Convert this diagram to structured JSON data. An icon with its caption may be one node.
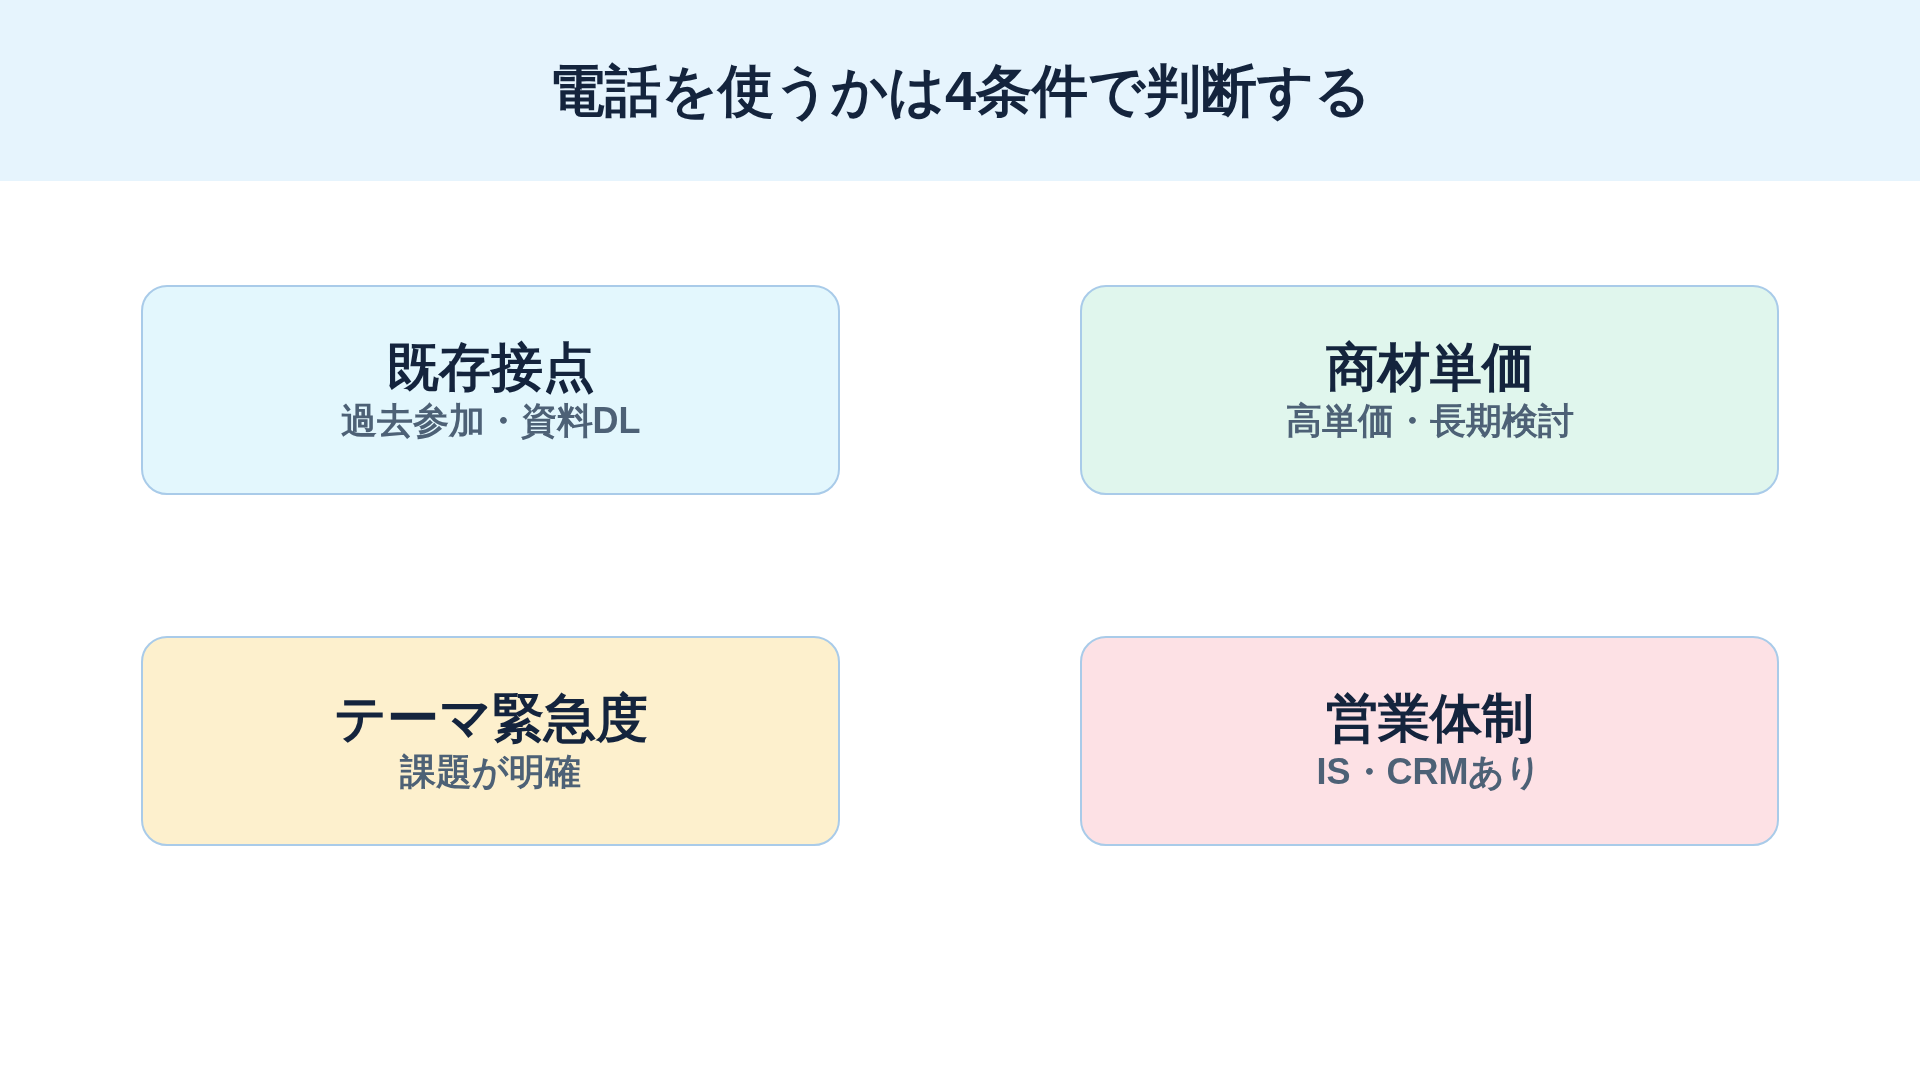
{
  "diagram": {
    "title": "電話を使うかは4条件で判断する",
    "nodes": [
      {
        "text": [
          "既存接点",
          "過去参加・資料DL"
        ]
      },
      {
        "text": [
          "商材単価",
          "高単価・長期検討"
        ]
      },
      {
        "text": [
          "テーマ緊急度",
          "課題が明確"
        ]
      },
      {
        "text": [
          "営業体制",
          "IS・CRMあり"
        ]
      }
    ]
  }
}
